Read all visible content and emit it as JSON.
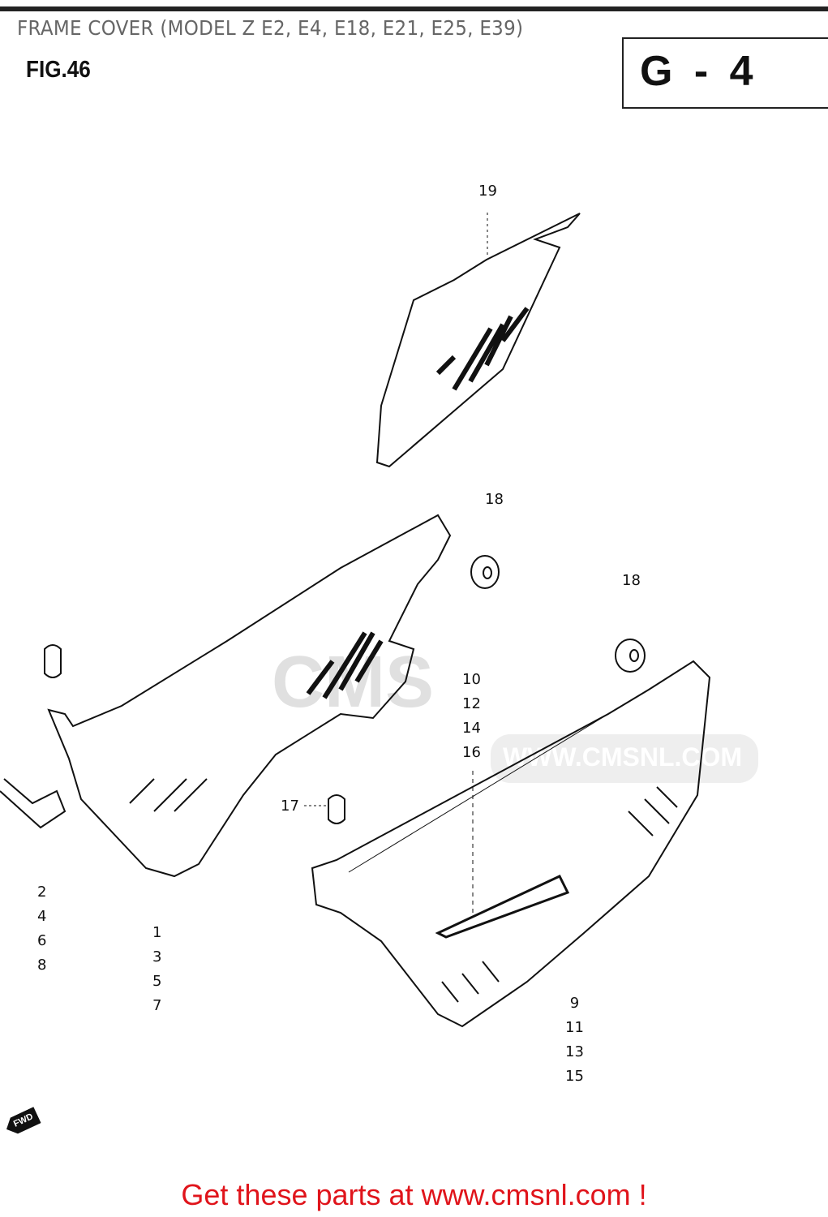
{
  "header": {
    "title": "FRAME COVER (MODEL Z E2, E4, E18, E21, E25, E39)",
    "figure": "FIG.46",
    "group_code": "G - 4"
  },
  "callouts": {
    "part_19": "19",
    "part_18a": "18",
    "part_18b": "18",
    "part_17": "17",
    "left_cover": [
      "2",
      "4",
      "6",
      "8"
    ],
    "left_cover_b": [
      "1",
      "3",
      "5",
      "7"
    ],
    "emblem": [
      "10",
      "12",
      "14",
      "16"
    ],
    "right_cover": [
      "9",
      "11",
      "13",
      "15"
    ]
  },
  "fwd_label": "FWD",
  "watermark": {
    "logo": "CMS",
    "url": "WWW.CMSNL.COM"
  },
  "footer": {
    "text": "Get these parts at www.cmsnl.com !",
    "color": "#e0141b"
  }
}
